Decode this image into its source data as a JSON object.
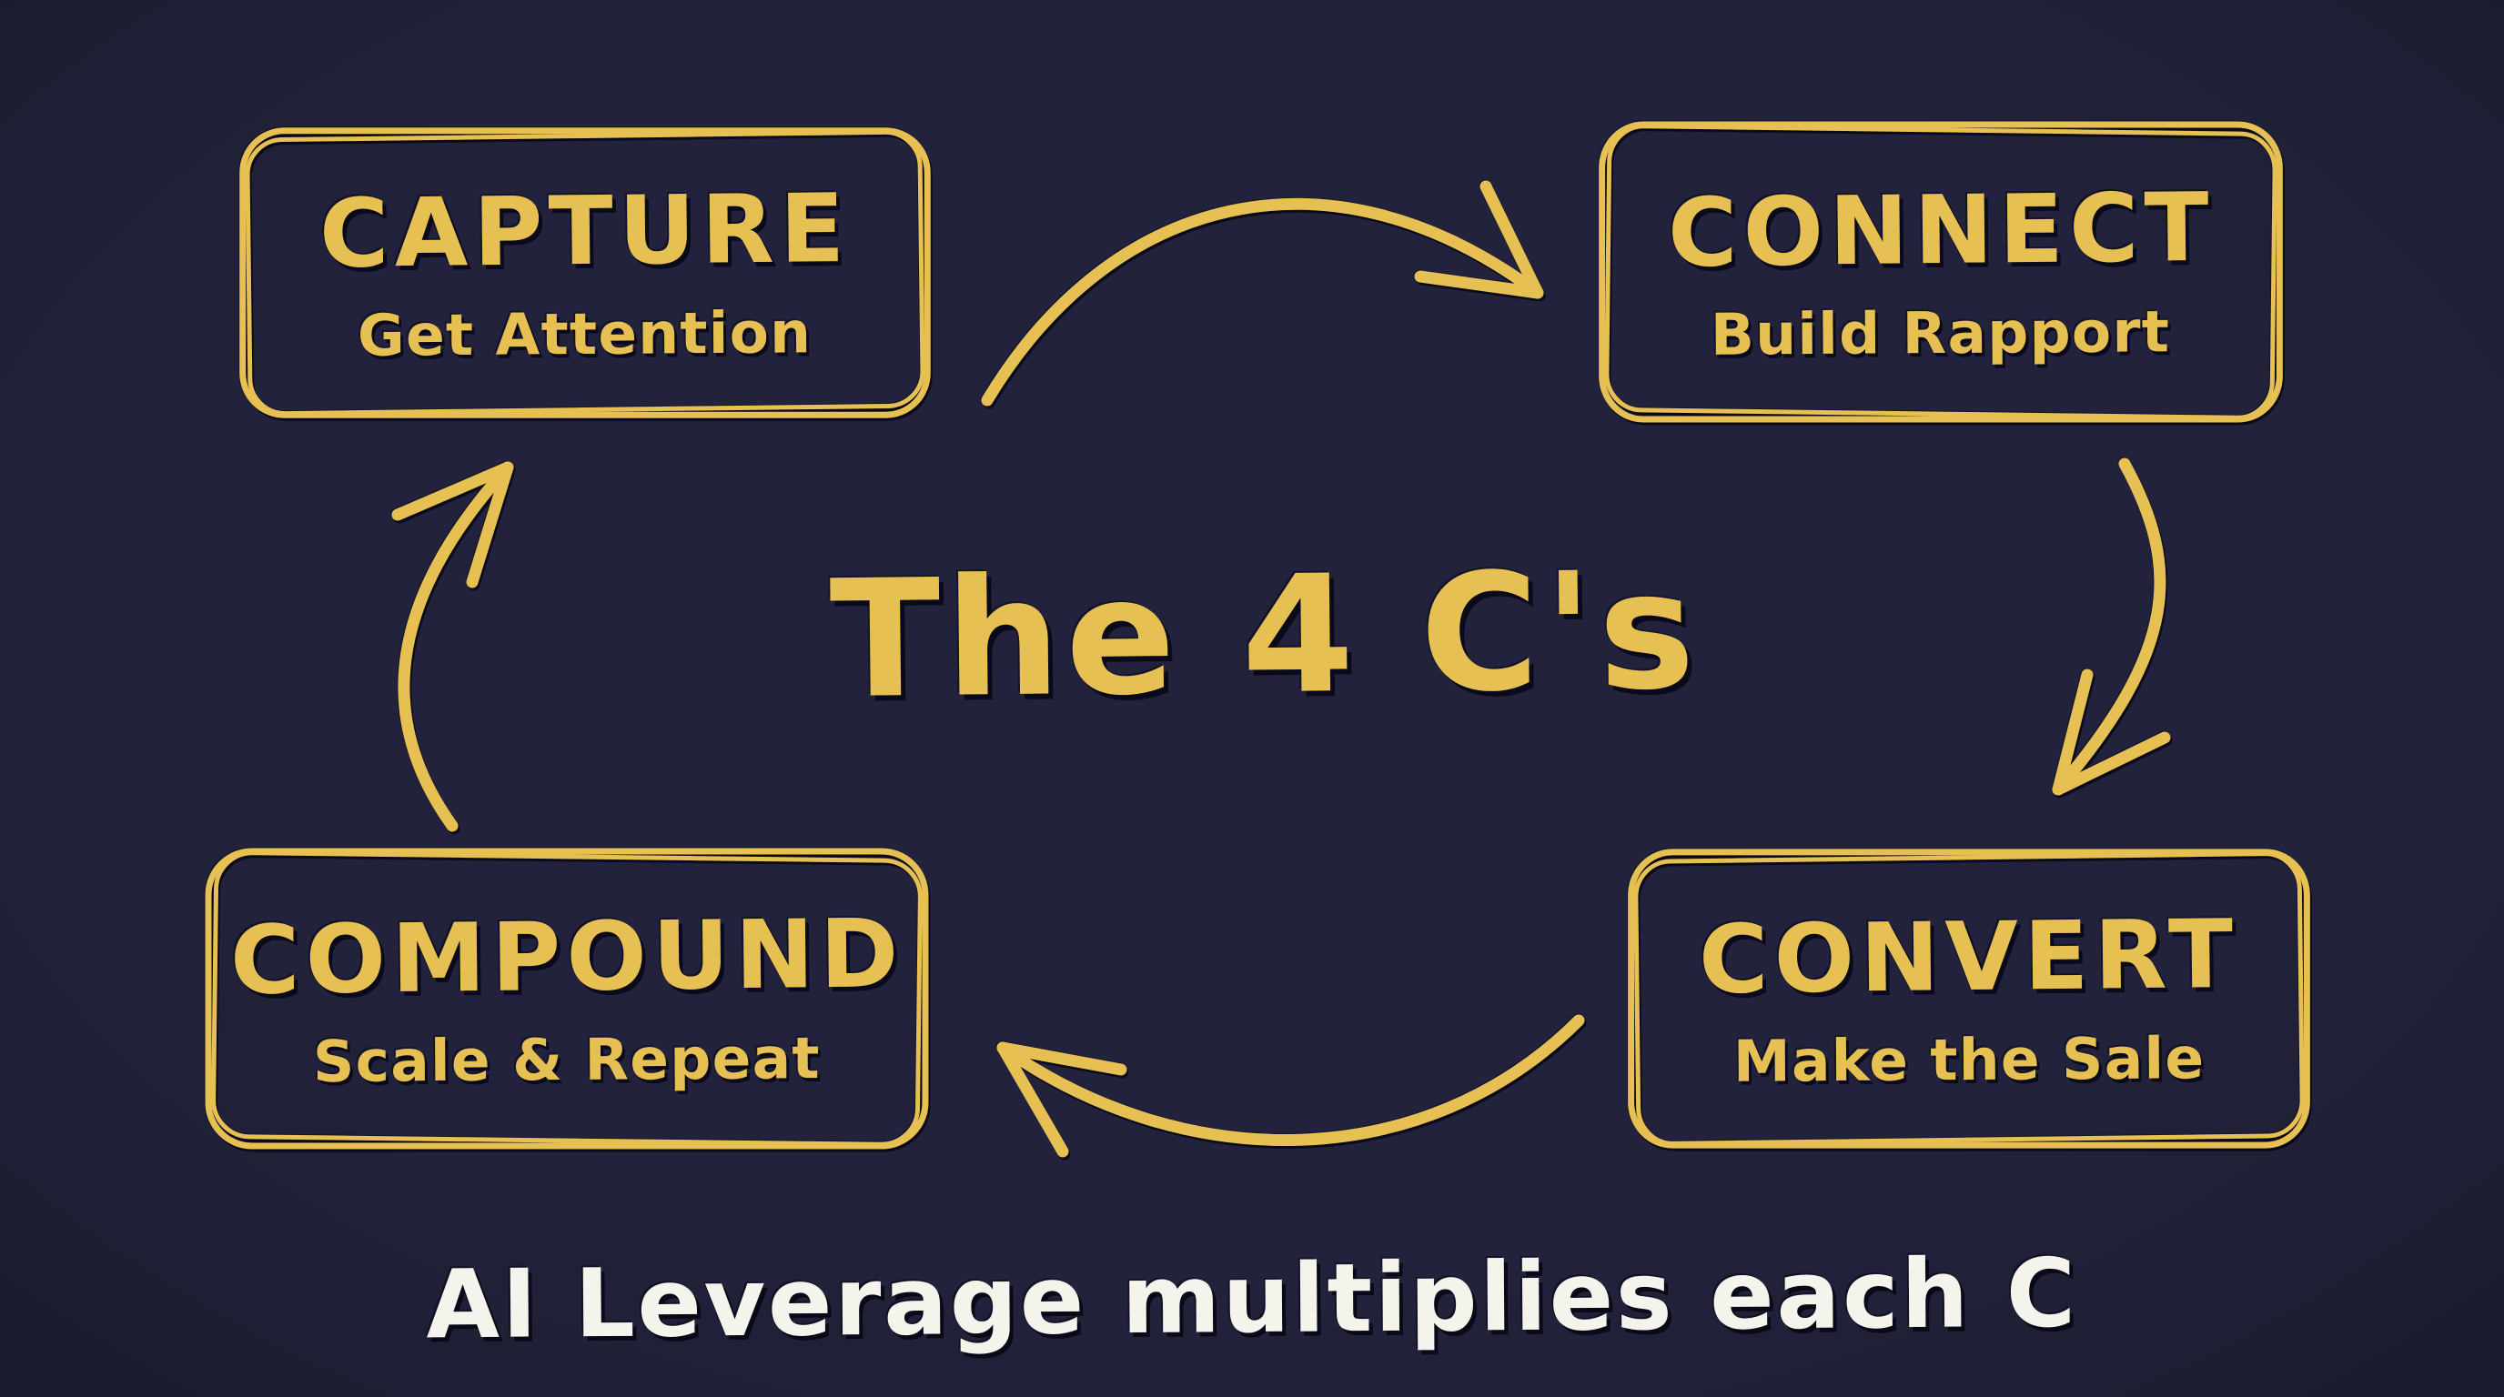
{
  "theme": {
    "bg": "#22223c",
    "bg-edge": "#1b1b2e",
    "gold": "#e6c052",
    "white": "#f4f3ec"
  },
  "title": {
    "text": "The 4 C's"
  },
  "caption": {
    "text": "AI Leverage multiplies each C"
  },
  "boxes": [
    {
      "key": "capture",
      "label": "CAPTURE",
      "subtitle": "Get Attention"
    },
    {
      "key": "connect",
      "label": "CONNECT",
      "subtitle": "Build Rapport"
    },
    {
      "key": "convert",
      "label": "CONVERT",
      "subtitle": "Make the Sale"
    },
    {
      "key": "compound",
      "label": "COMPOUND",
      "subtitle": "Scale & Repeat"
    }
  ],
  "arrows": [
    {
      "name": "capture-to-connect-arrow"
    },
    {
      "name": "connect-to-convert-arrow"
    },
    {
      "name": "convert-to-compound-arrow"
    },
    {
      "name": "compound-to-capture-arrow"
    }
  ]
}
